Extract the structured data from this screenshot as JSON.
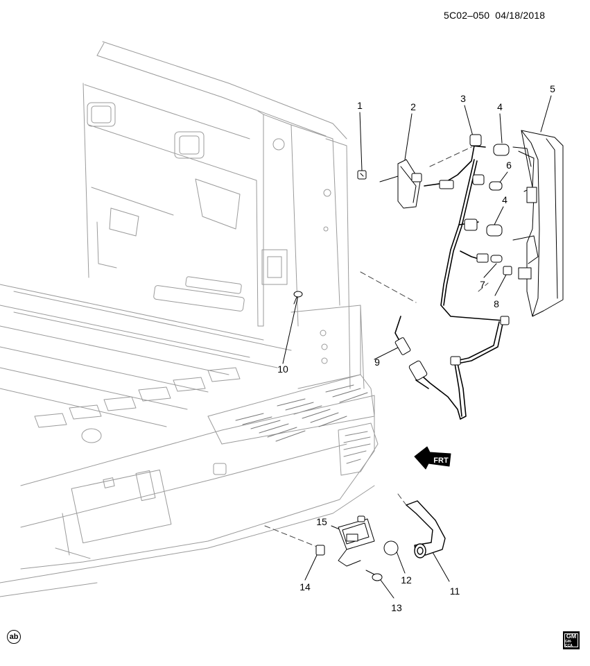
{
  "header": {
    "diagram_code": "5C02–050",
    "date": "04/18/2018"
  },
  "callouts": [
    "1",
    "2",
    "3",
    "4",
    "5",
    "6",
    "4",
    "7",
    "8",
    "9",
    "10",
    "11",
    "12",
    "13",
    "14",
    "15"
  ],
  "front_arrow_label": "FRT",
  "corner_badge": "ab",
  "logo": {
    "text": "GM",
    "subtext": "GM-CCA"
  }
}
